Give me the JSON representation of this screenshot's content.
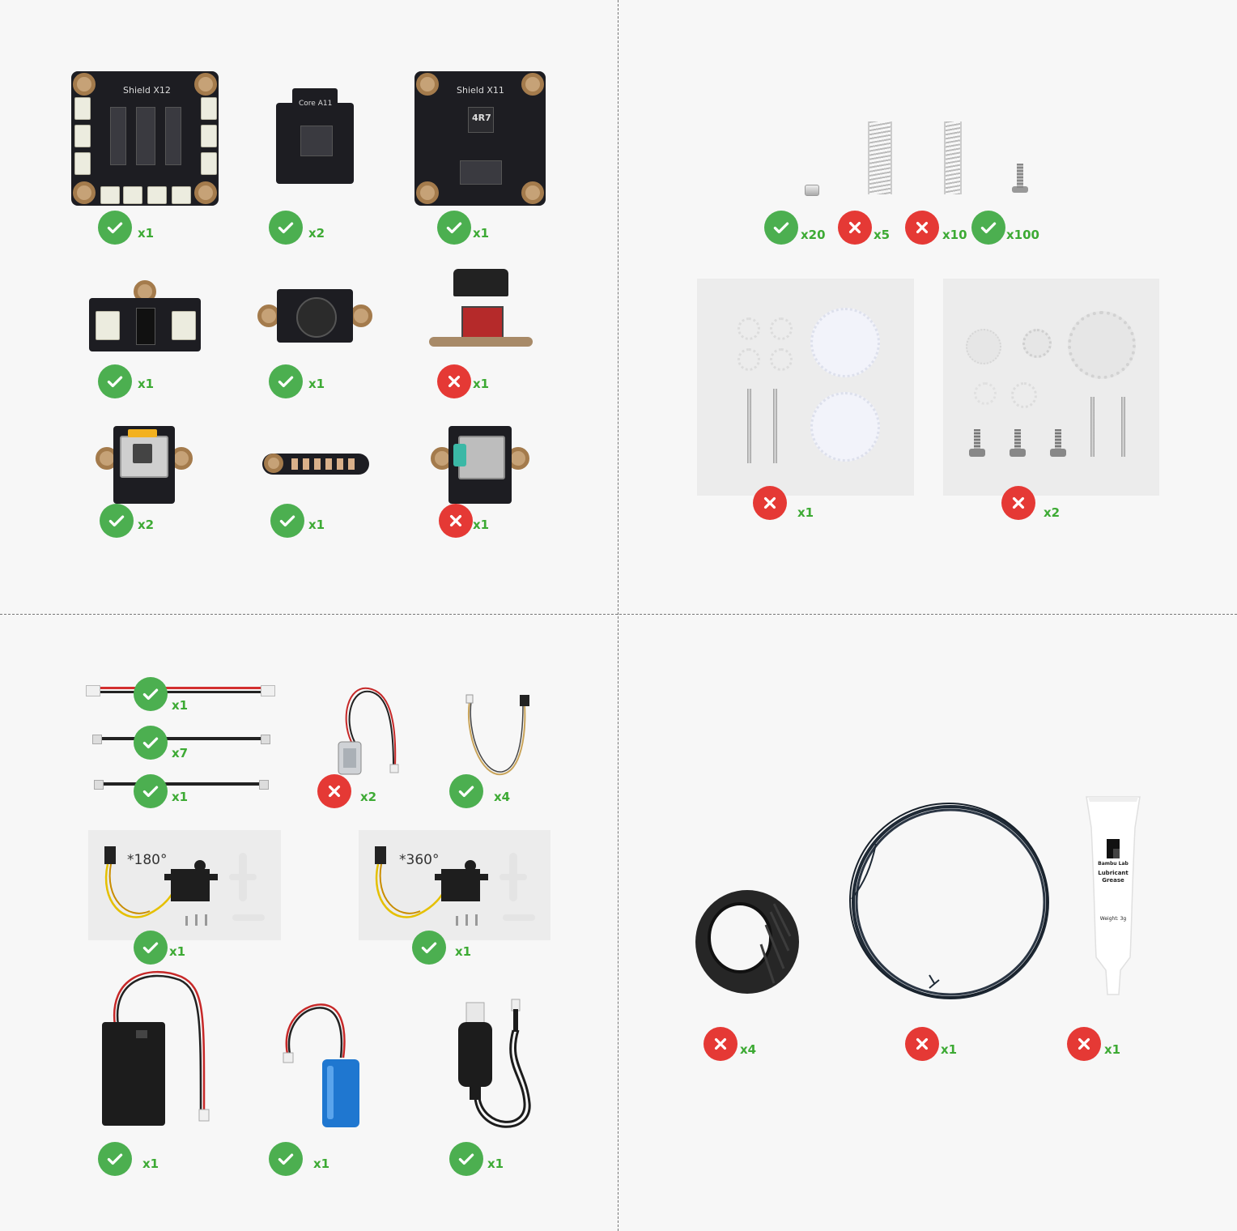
{
  "boards": {
    "shield_x12": {
      "label": "Shield X12"
    },
    "core_a11": {
      "label": "Core A11"
    },
    "shield_x11": {
      "label": "Shield X11",
      "inductor": "4R7"
    }
  },
  "servos": {
    "servo_180": {
      "label": "*180°"
    },
    "servo_360": {
      "label": "*360°"
    }
  },
  "grease": {
    "brand": "Bambu Lab",
    "name": "Lubricant Grease",
    "weight": "Weight: 3g"
  },
  "items": [
    {
      "id": "shield-x12",
      "status": "check",
      "qty": "x1"
    },
    {
      "id": "core-a11",
      "status": "check",
      "qty": "x2"
    },
    {
      "id": "shield-x11",
      "status": "check",
      "qty": "x1"
    },
    {
      "id": "power-switch-module",
      "status": "check",
      "qty": "x1"
    },
    {
      "id": "push-button-module",
      "status": "check",
      "qty": "x1"
    },
    {
      "id": "lever-switch-module",
      "status": "cross",
      "qty": "x1"
    },
    {
      "id": "joystick-module",
      "status": "check",
      "qty": "x2"
    },
    {
      "id": "connector-strip",
      "status": "check",
      "qty": "x1"
    },
    {
      "id": "encoder-module",
      "status": "cross",
      "qty": "x1"
    },
    {
      "id": "magnet",
      "status": "check",
      "qty": "x20"
    },
    {
      "id": "spring-short",
      "status": "cross",
      "qty": "x5"
    },
    {
      "id": "spring-long",
      "status": "cross",
      "qty": "x10"
    },
    {
      "id": "screw",
      "status": "check",
      "qty": "x100"
    },
    {
      "id": "gear-kit-a",
      "status": "cross",
      "qty": "x1"
    },
    {
      "id": "gear-kit-b",
      "status": "cross",
      "qty": "x2"
    },
    {
      "id": "cable-red-black",
      "status": "check",
      "qty": "x1"
    },
    {
      "id": "cable-long-black",
      "status": "check",
      "qty": "x7"
    },
    {
      "id": "cable-short-black",
      "status": "check",
      "qty": "x1"
    },
    {
      "id": "dc-motor",
      "status": "cross",
      "qty": "x2"
    },
    {
      "id": "sensor-cable",
      "status": "check",
      "qty": "x4"
    },
    {
      "id": "servo-180",
      "status": "check",
      "qty": "x1"
    },
    {
      "id": "servo-360",
      "status": "check",
      "qty": "x1"
    },
    {
      "id": "battery-box",
      "status": "check",
      "qty": "x1"
    },
    {
      "id": "battery",
      "status": "check",
      "qty": "x1"
    },
    {
      "id": "usb-charger",
      "status": "check",
      "qty": "x1"
    },
    {
      "id": "tire",
      "status": "cross",
      "qty": "x4"
    },
    {
      "id": "filament-coil",
      "status": "cross",
      "qty": "x1"
    },
    {
      "id": "lubricant-grease",
      "status": "cross",
      "qty": "x1"
    }
  ],
  "colors": {
    "check": "#4caf50",
    "cross": "#e53935",
    "quantity_text": "#3daa34",
    "background": "#f7f7f7"
  }
}
